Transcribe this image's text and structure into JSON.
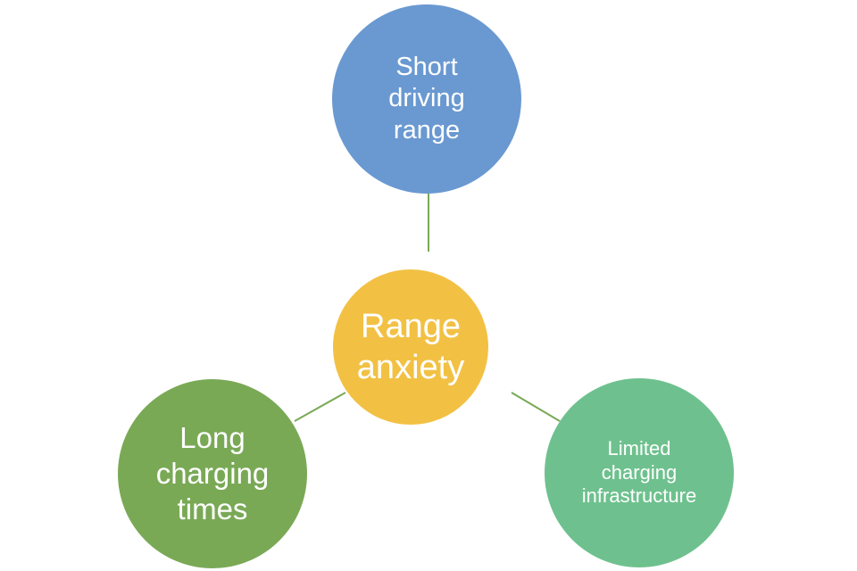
{
  "diagram": {
    "center": {
      "label_lines": [
        "Range",
        "anxiety"
      ],
      "color": "#F2C144"
    },
    "nodes": [
      {
        "id": "top",
        "label_lines": [
          "Short",
          "driving",
          "range"
        ],
        "color": "#6A99D1"
      },
      {
        "id": "left",
        "label_lines": [
          "Long",
          "charging",
          "times"
        ],
        "color": "#7AA956"
      },
      {
        "id": "right",
        "label_lines": [
          "Limited",
          "charging",
          "infrastructure"
        ],
        "color": "#6EC18E"
      }
    ],
    "connector_color": "#7AA956"
  }
}
